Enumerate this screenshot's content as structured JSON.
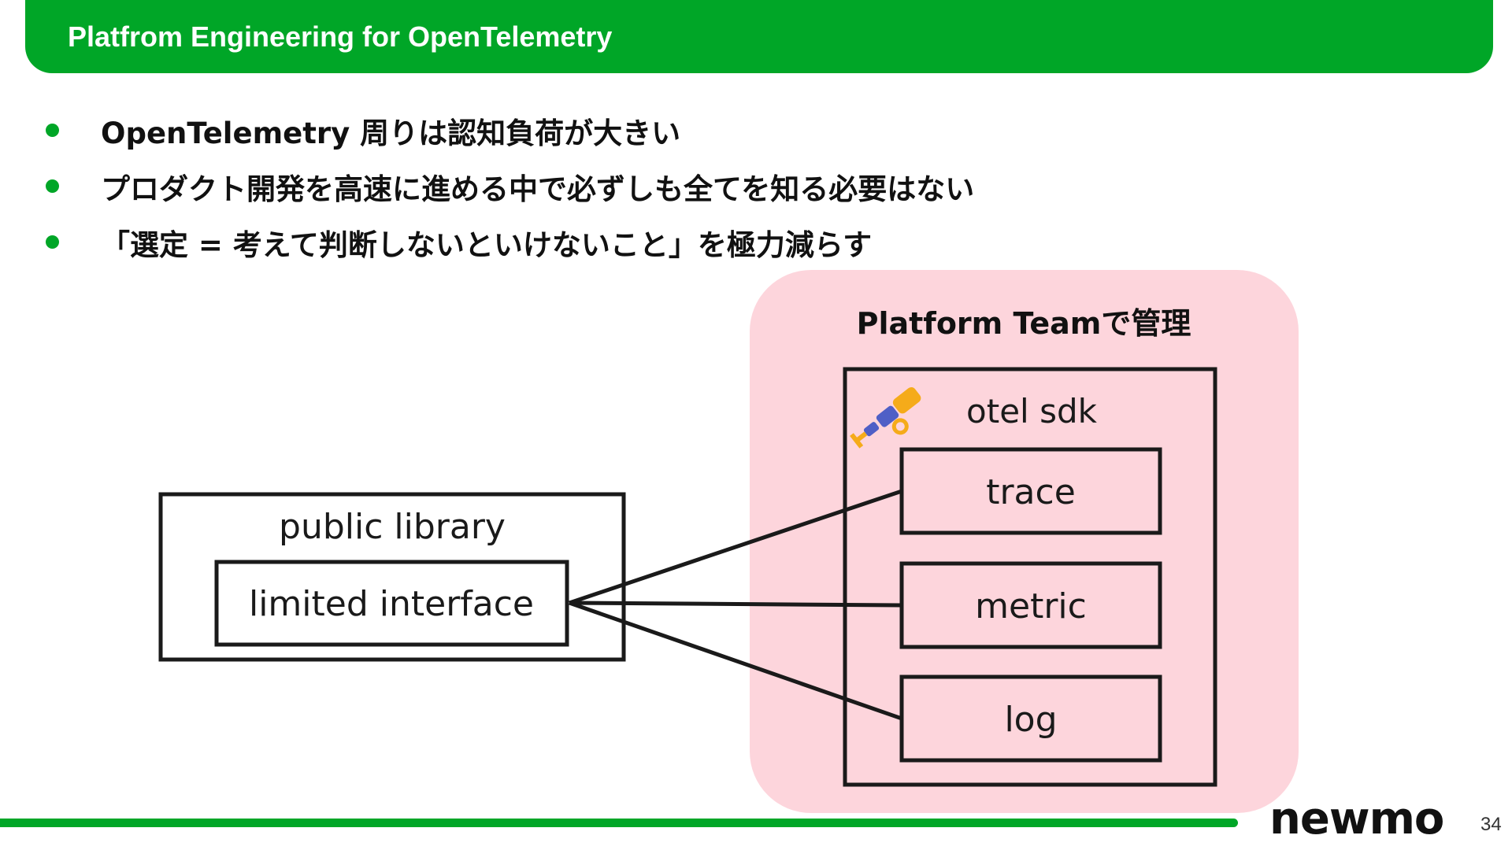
{
  "theme": {
    "brand_green": "#00a627",
    "platform_bg": "#fdd5dc",
    "box_stroke": "#1a1a1a",
    "logo_yellow": "#f5ab1a",
    "logo_blue": "#4f5fc6"
  },
  "header": {
    "title": "Platfrom Engineering for OpenTelemetry"
  },
  "bullets": [
    {
      "text": "OpenTelemetry 周りは認知負荷が大きい"
    },
    {
      "text": "プロダクト開発を高速に進める中で必ずしも全てを知る必要はない"
    },
    {
      "text": "「選定 = 考えて判断しないといけないこと」を極力減らす"
    }
  ],
  "diagram": {
    "platform_team_label": "Platform Teamで管理",
    "public_library_label": "public library",
    "limited_interface_label": "limited interface",
    "otel_sdk_label": "otel sdk",
    "otel_logo_icon": "opentelemetry-logo-icon",
    "signals": [
      {
        "label": "trace"
      },
      {
        "label": "metric"
      },
      {
        "label": "log"
      }
    ]
  },
  "footer": {
    "logo": "newmo",
    "page_number": "34"
  }
}
